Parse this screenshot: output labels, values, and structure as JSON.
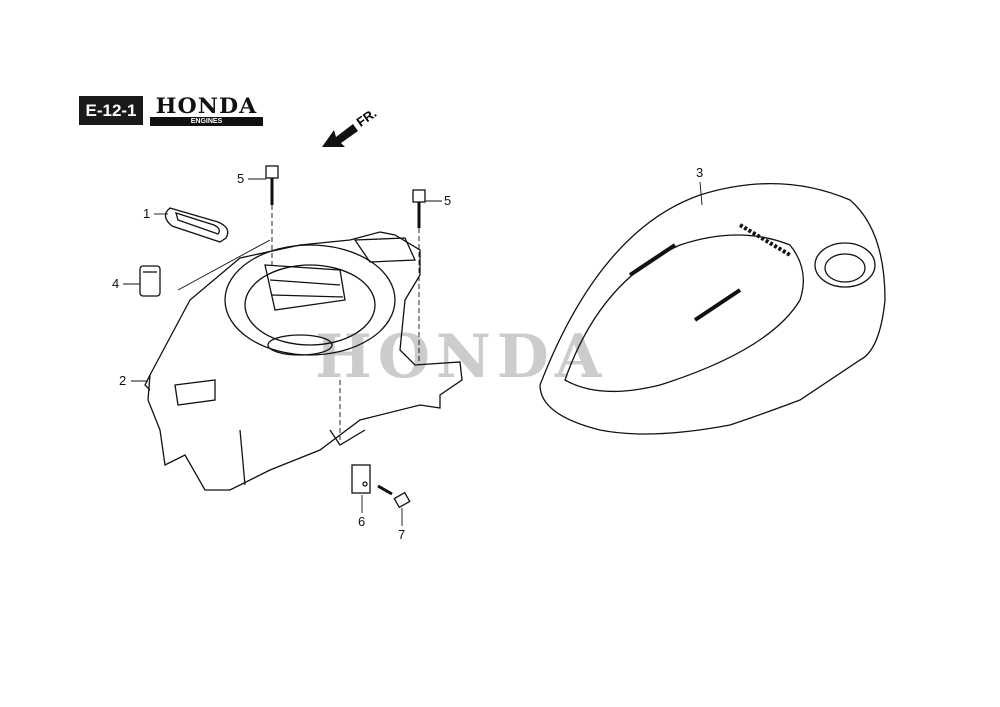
{
  "header": {
    "code": "E-12-1",
    "brand": "HONDA",
    "brand_sub": "ENGINES"
  },
  "direction": {
    "label": "FR."
  },
  "watermark": "HONDA",
  "callouts": [
    "1",
    "2",
    "3",
    "4",
    "5",
    "5",
    "6",
    "7"
  ]
}
